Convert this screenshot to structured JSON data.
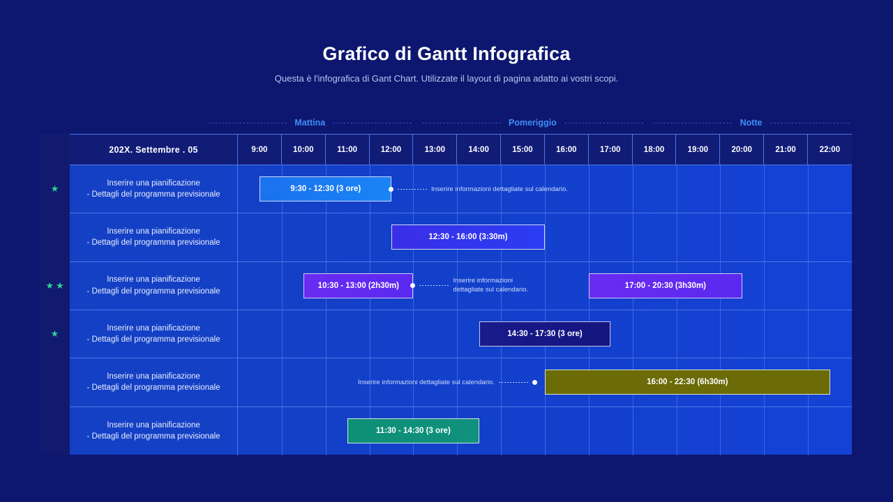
{
  "header": {
    "title": "Grafico di Gantt Infografica",
    "subtitle": "Questa è l'infografica di Gant Chart. Utilizzate il layout di pagina adatto ai vostri scopi."
  },
  "periods": [
    {
      "label": "Mattina"
    },
    {
      "label": "Pomeriggio"
    },
    {
      "label": "Notte"
    }
  ],
  "grid": {
    "date_header": "202X. Settembre . 05",
    "time_headers": [
      "9:00",
      "10:00",
      "11:00",
      "12:00",
      "13:00",
      "14:00",
      "15:00",
      "16:00",
      "17:00",
      "18:00",
      "19:00",
      "20:00",
      "21:00",
      "22:00"
    ]
  },
  "colors": {
    "background": "#0d1770",
    "grid": "#1340cc",
    "grid_line": "#4a78e8",
    "star_column": "#111a6e",
    "header_cell": "#111c77",
    "period_label": "#3f8ef7",
    "star": "#2fd396",
    "bar_1": "#1a7cf0",
    "bar_2": "#2f33ee",
    "bar_3": "#5b28f5",
    "bar_4": "#16177f",
    "bar_5": "#6b6b08",
    "bar_6": "#0e8f76"
  },
  "rows": [
    {
      "stars": 1,
      "title": "Inserire una pianificazione",
      "detail": "- Dettagli del programma previsionale",
      "bars": [
        {
          "label": "9:30 - 12:30 (3 ore)",
          "style": "b1"
        }
      ],
      "annotation": "Inserire informazioni dettagliate sul calendario."
    },
    {
      "stars": 0,
      "title": "Inserire una pianificazione",
      "detail": "- Dettagli del programma previsionale",
      "bars": [
        {
          "label": "12:30 - 16:00 (3:30m)",
          "style": "b2"
        }
      ],
      "annotation": ""
    },
    {
      "stars": 2,
      "title": "Inserire una pianificazione",
      "detail": "- Dettagli del programma previsionale",
      "bars": [
        {
          "label": "10:30 - 13:00 (2h30m)",
          "style": "b3"
        },
        {
          "label": "17:00 - 20:30 (3h30m)",
          "style": "b3"
        }
      ],
      "annotation": "Inserire informazioni dettagliate sul calendario."
    },
    {
      "stars": 1,
      "title": "Inserire una pianificazione",
      "detail": "- Dettagli del programma previsionale",
      "bars": [
        {
          "label": "14:30 - 17:30 (3 ore)",
          "style": "b4"
        }
      ],
      "annotation": ""
    },
    {
      "stars": 0,
      "title": "Inserire una pianificazione",
      "detail": "- Dettagli del programma previsionale",
      "bars": [
        {
          "label": "16:00 - 22:30 (6h30m)",
          "style": "b5"
        }
      ],
      "annotation": "Inserire informazioni dettagliate sul calendario."
    },
    {
      "stars": 0,
      "title": "Inserire una pianificazione",
      "detail": "- Dettagli del programma previsionale",
      "bars": [
        {
          "label": "11:30 - 14:30 (3 ore)",
          "style": "b6"
        }
      ],
      "annotation": ""
    }
  ],
  "chart_data": {
    "type": "bar",
    "title": "Grafico di Gantt Infografica",
    "xlabel": "",
    "ylabel": "",
    "x_ticks": [
      "9:00",
      "10:00",
      "11:00",
      "12:00",
      "13:00",
      "14:00",
      "15:00",
      "16:00",
      "17:00",
      "18:00",
      "19:00",
      "20:00",
      "21:00",
      "22:00"
    ],
    "xlim": [
      "9:00",
      "23:00"
    ],
    "grid": true,
    "legend": "none",
    "tasks": [
      {
        "row": 1,
        "label": "9:30 - 12:30 (3 ore)",
        "start": 9.5,
        "end": 12.5,
        "duration_hours": 3.0,
        "color": "#1a7cf0",
        "stars": 1
      },
      {
        "row": 2,
        "label": "12:30 - 16:00 (3:30m)",
        "start": 12.5,
        "end": 16.0,
        "duration_hours": 3.5,
        "color": "#2f33ee",
        "stars": 0
      },
      {
        "row": 3,
        "label": "10:30 - 13:00 (2h30m)",
        "start": 10.5,
        "end": 13.0,
        "duration_hours": 2.5,
        "color": "#5b28f5",
        "stars": 2
      },
      {
        "row": 3,
        "label": "17:00 - 20:30 (3h30m)",
        "start": 17.0,
        "end": 20.5,
        "duration_hours": 3.5,
        "color": "#5b28f5",
        "stars": 2
      },
      {
        "row": 4,
        "label": "14:30 - 17:30 (3 ore)",
        "start": 14.5,
        "end": 17.5,
        "duration_hours": 3.0,
        "color": "#16177f",
        "stars": 1
      },
      {
        "row": 5,
        "label": "16:00 - 22:30 (6h30m)",
        "start": 16.0,
        "end": 22.5,
        "duration_hours": 6.5,
        "color": "#6b6b08",
        "stars": 0
      },
      {
        "row": 6,
        "label": "11:30 - 14:30 (3 ore)",
        "start": 11.5,
        "end": 14.5,
        "duration_hours": 3.0,
        "color": "#0e8f76",
        "stars": 0
      }
    ],
    "period_bands": [
      {
        "name": "Mattina",
        "approx_center_hour": 10.5
      },
      {
        "name": "Pomeriggio",
        "approx_center_hour": 15.5
      },
      {
        "name": "Notte",
        "approx_center_hour": 20.5
      }
    ]
  }
}
